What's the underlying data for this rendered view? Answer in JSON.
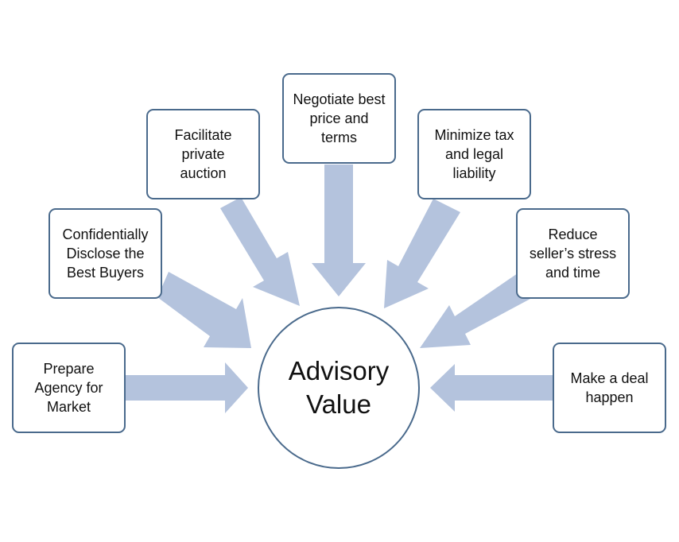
{
  "center": {
    "label": "Advisory\nValue"
  },
  "boxes": {
    "prepare": "Prepare\nAgency for\nMarket",
    "disclose": "Confidentially\nDisclose the\nBest Buyers",
    "auction": "Facilitate\nprivate\nauction",
    "negotiate": "Negotiate best\nprice and\nterms",
    "tax": "Minimize tax\nand legal\nliability",
    "stress": "Reduce\nseller’s stress\nand time",
    "deal": "Make a deal\nhappen"
  },
  "colors": {
    "arrow": "#b4c3dd",
    "border": "#4a6a8c",
    "text": "#111111",
    "background": "#ffffff"
  }
}
